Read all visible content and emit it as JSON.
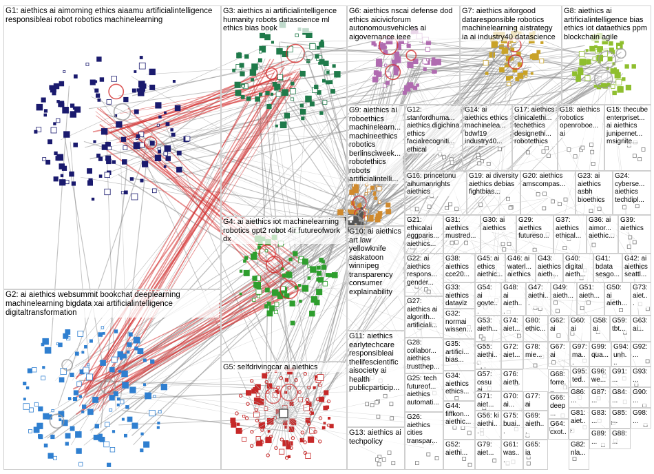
{
  "groups": [
    {
      "id": "G1",
      "label": "G1: aiethics ai aimorning ethics aiaamu artificialintelligence responsibleai robot robotics machinelearning"
    },
    {
      "id": "G2",
      "label": "G2: ai aiethics websummit bookchat deeplearning machinelearning bigdata xai artificialintelligence digitaltransformation"
    },
    {
      "id": "G3",
      "label": "G3: aiethics ai artificialintelligence humanity robots datascience ml ethics bias book"
    },
    {
      "id": "G4",
      "label": "G4: ai aiethics iot machinelearning robotics gpt2 robot 4ir futureofwork dx"
    },
    {
      "id": "G5",
      "label": "G5: selfdrivingcar ai aiethics"
    },
    {
      "id": "G6",
      "label": "G6: aiethics nscai defense dod ethics aicivicforum autonomousvehicles ai aigovernance ieee"
    },
    {
      "id": "G7",
      "label": "G7: aiethics aiforgood dataresponsible robotics machinelearning aistrategy ia ai industry40 datascience"
    },
    {
      "id": "G8",
      "label": "G8: aiethics ai artificialintelligence bias ethics iot dataethics ppm blockchain agile"
    },
    {
      "id": "G9",
      "label": "G9: aiethics ai roboethics machinelearn... machineethics robotics berlinsciweek... robotethics robots artificialintelli..."
    },
    {
      "id": "G10",
      "label": "G10: ai aiethics art law yellowknife saskatoon winnipeg transparency consumer explainability"
    },
    {
      "id": "G11",
      "label": "G11: aiethics earlytechcare responsibleai thelifescientific aisociety ai health publicparticip..."
    },
    {
      "id": "G12",
      "label": "G12: stanfordhuma... aiethics digichina ethics facialrecogniti... ethical"
    },
    {
      "id": "G13",
      "label": "G13: aiethics ai techpolicy"
    },
    {
      "id": "G14",
      "label": "G14: ai aiethics ethics machinelea... bdwf19 industry40..."
    },
    {
      "id": "G15",
      "label": "G15: thecube enterpriset... ai aiethics junipernet... msignite..."
    },
    {
      "id": "G16",
      "label": "G16: princetonu aihumanrights aiethics"
    },
    {
      "id": "G17",
      "label": "G17: aiethics clinicalethi... techethics designethi... robotethics"
    },
    {
      "id": "G18",
      "label": "G18: aiethics robotics openroboe... ai"
    },
    {
      "id": "G19",
      "label": "G19: ai diversity aiethics debias fightbias..."
    },
    {
      "id": "G20",
      "label": "G20: aiethics amscompas..."
    },
    {
      "id": "G21",
      "label": "G21: ethicalai eggparis... aiethics..."
    },
    {
      "id": "G22",
      "label": "G22: ai aiethics respons... gender..."
    },
    {
      "id": "G23",
      "label": "G23: ai aiethics asbh bioethics"
    },
    {
      "id": "G24",
      "label": "G24: cyberse... aiethics techdipl..."
    },
    {
      "id": "G25",
      "label": "G25: tech futureof... aiethics automati..."
    },
    {
      "id": "G26",
      "label": "G26: aiethics cities transpar..."
    },
    {
      "id": "G27",
      "label": "G27: aiethics ai algorith... artificiali..."
    },
    {
      "id": "G28",
      "label": "G28: collabor... aiethics trustthep..."
    },
    {
      "id": "G29",
      "label": "G29: aiethics futureso..."
    },
    {
      "id": "G30",
      "label": "G30: ai aiethics"
    },
    {
      "id": "G31",
      "label": "G31: aiethics mustred..."
    },
    {
      "id": "G32",
      "label": "G32: normai wissen..."
    },
    {
      "id": "G33",
      "label": "G33: aiethics dataviz"
    },
    {
      "id": "G34",
      "label": "G34: aiethics ethics..."
    },
    {
      "id": "G35",
      "label": "G35: artifici... bias..."
    },
    {
      "id": "G36",
      "label": "G36: ai aimor... aiethic..."
    },
    {
      "id": "G37",
      "label": "G37: aiethics ethical..."
    },
    {
      "id": "G38",
      "label": "G38: aiethics cce20..."
    },
    {
      "id": "G39",
      "label": "G39: aiethics"
    },
    {
      "id": "G40",
      "label": "G40: digital aieth..."
    },
    {
      "id": "G41",
      "label": "G41: bdata sesgo..."
    },
    {
      "id": "G42",
      "label": "G42: ai aiethics seattl..."
    },
    {
      "id": "G43",
      "label": "G43: aiethics aieth..."
    },
    {
      "id": "G44",
      "label": "G44: fiffkon... aiethic..."
    },
    {
      "id": "G45",
      "label": "G45: ai ethics aiethic..."
    },
    {
      "id": "G46",
      "label": "G46: ai waterl... aiethics"
    },
    {
      "id": "G47",
      "label": "G47: aiethi..."
    },
    {
      "id": "G48",
      "label": "G48: ai aieth..."
    },
    {
      "id": "G49",
      "label": "G49: aieth..."
    },
    {
      "id": "G50",
      "label": "G50: ai aieth..."
    },
    {
      "id": "G51",
      "label": "G51: aieth..."
    },
    {
      "id": "G52",
      "label": "G52: aiethi..."
    },
    {
      "id": "G53",
      "label": "G53: aieth..."
    },
    {
      "id": "G54",
      "label": "G54: ai govte... aieth..."
    },
    {
      "id": "G55",
      "label": "G55: aiethi... china..."
    },
    {
      "id": "G56",
      "label": "G56: ki aiethi..."
    },
    {
      "id": "G57",
      "label": "G57: ossu ai..."
    },
    {
      "id": "G58",
      "label": "G58: ai"
    },
    {
      "id": "G59",
      "label": "G59: tbt..."
    },
    {
      "id": "G60",
      "label": "G60: ai"
    },
    {
      "id": "G61",
      "label": "G61: was..."
    },
    {
      "id": "G62",
      "label": "G62: ai"
    },
    {
      "id": "G63",
      "label": "G63: ai..."
    },
    {
      "id": "G64",
      "label": "G64: cxot..."
    },
    {
      "id": "G65",
      "label": "G65: ia"
    },
    {
      "id": "G66",
      "label": "G66: deep..."
    },
    {
      "id": "G67",
      "label": "G67: ai"
    },
    {
      "id": "G68",
      "label": "G68: forre..."
    },
    {
      "id": "G69",
      "label": "G69: aieth..."
    },
    {
      "id": "G70",
      "label": "G70: ai..."
    },
    {
      "id": "G71",
      "label": "G71: aiet..."
    },
    {
      "id": "G72",
      "label": "G72: aiet..."
    },
    {
      "id": "G73",
      "label": "G73: aiet..."
    },
    {
      "id": "G74",
      "label": "G74: aiet..."
    },
    {
      "id": "G75",
      "label": "G75: buai..."
    },
    {
      "id": "G76",
      "label": "G76: aieth..."
    },
    {
      "id": "G77",
      "label": "G77: ai"
    },
    {
      "id": "G78",
      "label": "G78: mie..."
    },
    {
      "id": "G79",
      "label": "G79: aiet..."
    },
    {
      "id": "G80",
      "label": "G80: ethic..."
    },
    {
      "id": "G81",
      "label": "G81: aiet..."
    },
    {
      "id": "G82",
      "label": "G82: nla..."
    },
    {
      "id": "G83",
      "label": "G83: ..."
    },
    {
      "id": "G84",
      "label": "G84: ..."
    },
    {
      "id": "G85",
      "label": "G85: ..."
    },
    {
      "id": "G86",
      "label": "G86: ..."
    },
    {
      "id": "G87",
      "label": "G87: ..."
    },
    {
      "id": "G88",
      "label": "G88: ..."
    },
    {
      "id": "G89",
      "label": "G89: ..."
    },
    {
      "id": "G90",
      "label": "G90: ..."
    },
    {
      "id": "G91",
      "label": "G91: ..."
    },
    {
      "id": "G92",
      "label": "G92: ..."
    },
    {
      "id": "G93",
      "label": "G93: ..."
    },
    {
      "id": "G94",
      "label": "G94: unh..."
    },
    {
      "id": "G95",
      "label": "G95: ted..."
    },
    {
      "id": "G96",
      "label": "G96: we..."
    },
    {
      "id": "G97",
      "label": "G97: ma..."
    },
    {
      "id": "G98",
      "label": "G98: ..."
    },
    {
      "id": "G99",
      "label": "G99: qua..."
    }
  ],
  "colors": {
    "G1": "#1a1a6e",
    "G2": "#2f7fd0",
    "G3": "#1f7a4a",
    "G4": "#2e9e2e",
    "G5": "#c62828",
    "G6": "#b06bb0",
    "G7": "#c9a227",
    "G8": "#8fbf2f",
    "G9": "#d08a2e",
    "edge_gray": "#8c8c8c",
    "edge_red": "#d32f2f"
  }
}
